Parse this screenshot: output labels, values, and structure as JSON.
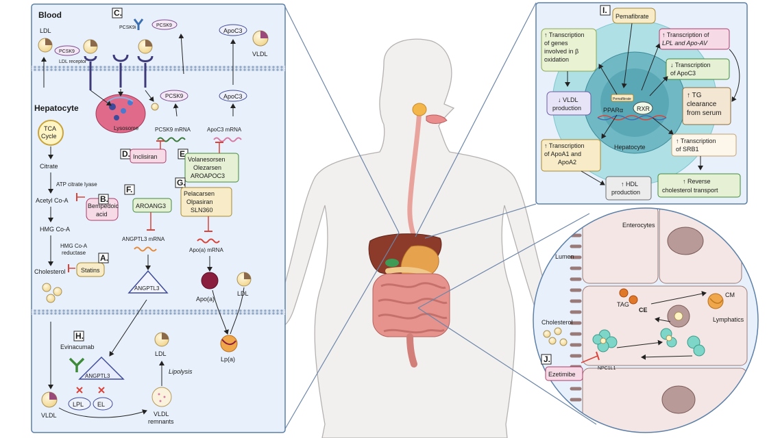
{
  "left": {
    "blood_title": "Blood",
    "hepatocyte_title": "Hepatocyte",
    "ldl": "LDL",
    "pcsk9": "PCSK9",
    "ldl_receptor": "LDL receptor",
    "pcsk9i": "PCSK9i",
    "letters": {
      "a": "A.",
      "b": "B.",
      "c": "C.",
      "d": "D.",
      "e": "E.",
      "f": "F.",
      "g": "G.",
      "h": "H."
    },
    "apoc3": "ApoC3",
    "vldl": "VLDL",
    "lysosome": "Lysosome",
    "pcsk9_mrna": "PCSK9 mRNA",
    "apoc3_mrna": "ApoC3 mRNA",
    "tca": [
      "TCA",
      "Cycle"
    ],
    "citrate": "Citrate",
    "atp_citrate_lyase": "ATP citrate lyase",
    "acetyl_coa": "Acetyl Co-A",
    "bempedoic": [
      "Bempedoic",
      "acid"
    ],
    "hmg_coa": "HMG Co-A",
    "hmg_coa_reductase": [
      "HMG Co-A",
      "reductase"
    ],
    "cholesterol": "Cholesterol",
    "statins": "Statins",
    "inclisiran": "Inclisiran",
    "volanesorsen": [
      "Volanesorsen",
      "Olezarsen",
      "AROAPOC3"
    ],
    "aroang3": "AROANG3",
    "pelacarsen": [
      "Pelacarsen",
      "Olpasiran",
      "SLN360"
    ],
    "angptl3_mrna": "ANGPTL3 mRNA",
    "angptl3": "ANGPTL3",
    "apoa_mrna": "Apo(a) mRNA",
    "apoa": "Apo(a)",
    "lpa": "Lp(a)",
    "evinacumab": "Evinacumab",
    "lpl": "LPL",
    "el": "EL",
    "lipolysis": "Lipolysis",
    "vldl_remnants": [
      "VLDL",
      "remnants"
    ]
  },
  "top_right": {
    "letter": "I.",
    "pemafibrate": "Pemafibrate",
    "pemafibrate_small": "Pemafibrate",
    "ppara": "PPARα",
    "rxr": "RXR",
    "hepatocyte": "Hepatocyte",
    "beta_ox": [
      "↑ Transcription",
      "of genes",
      "involved in β",
      "oxidation"
    ],
    "lpl_apoav": [
      "↑ Transcription of",
      "LPL and Apo-AV"
    ],
    "apoc3_down": [
      "↓ Transcription",
      "of ApoC3"
    ],
    "vldl_prod": [
      "↓ VLDL",
      "production"
    ],
    "tg_clear": [
      "↑ TG",
      "clearance",
      "from serum"
    ],
    "apoa1": [
      "↑ Transcription",
      "of ApoA1 and",
      "ApoA2"
    ],
    "srb1": [
      "↑ Transcription",
      "of SRB1"
    ],
    "hdl": [
      "↑ HDL",
      "production"
    ],
    "reverse": [
      "↑ Reverse",
      "cholesterol transport"
    ]
  },
  "bottom_right": {
    "enterocytes": "Enterocytes",
    "lumen": "Lumen",
    "tag": "TAG",
    "ce": "CE",
    "cm": "CM",
    "lymphatics": "Lymphatics",
    "cholesterol": "Cholesterol",
    "letter": "J.",
    "ezetimibe": "Ezetimibe",
    "npc1l1": "NPC1L1"
  },
  "colors": {
    "panel_fill": "#e8f1fb",
    "panel_stroke": "#5b7fa8",
    "membrane": "#8fa6c4",
    "drug_green_fill": "#e6f0d4",
    "drug_green_stroke": "#3f8a3a",
    "drug_pink_fill": "#f6dbe6",
    "drug_pink_stroke": "#b03a6a",
    "drug_yellow_fill": "#f7ecc7",
    "drug_yellow_stroke": "#a8872c",
    "inhibit_red": "#d9433a",
    "body_fill": "#f2efef",
    "body_stroke": "#b6b1b1",
    "liver": "#8c3b2a",
    "intestine": "#e6938e"
  }
}
